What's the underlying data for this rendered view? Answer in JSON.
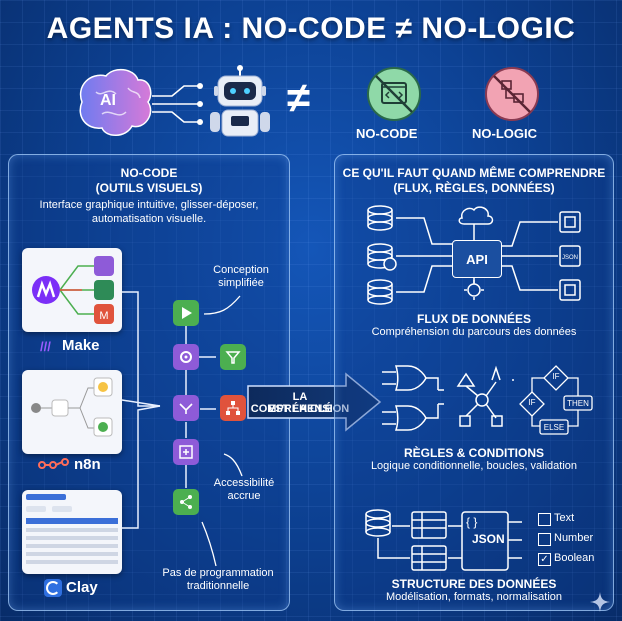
{
  "title": "AGENTS IA : NO-CODE ≠ NO-LOGIC",
  "top": {
    "ai_text": "AI",
    "no_code_label": "NO-CODE",
    "no_logic_label": "NO-LOGIC",
    "neq": "≠"
  },
  "left_panel": {
    "heading_line1": "NO-CODE",
    "heading_line2": "(OUTILS VISUELS)",
    "desc_line1": "Interface graphique intuitive, glisser-déposer,",
    "desc_line2": "automatisation visuelle.",
    "tools": [
      {
        "name": "Make"
      },
      {
        "name": "n8n"
      },
      {
        "name": "Clay"
      }
    ],
    "annotations": {
      "conception_line1": "Conception",
      "conception_line2": "simplifiée",
      "access_line1": "Accessibilité",
      "access_line2": "accrue",
      "pas_line1": "Pas de programmation",
      "pas_line2": "traditionnelle"
    }
  },
  "center_arrow": {
    "line1": "LA COMPRÉHENSION",
    "line2": "EST LA CLÉ"
  },
  "right_panel": {
    "heading_line1": "CE QU'IL FAUT QUAND MÊME COMPRENDRE",
    "heading_line2": "(FLUX, RÈGLES, DONNÉES)",
    "api_label": "API",
    "flux_title": "FLUX DE DONNÉES",
    "flux_desc": "Compréhension du parcours des données",
    "logic": {
      "if1": "IF",
      "if2": "IF",
      "then": "THEN",
      "else": "ELSE"
    },
    "rules_title": "RÈGLES & CONDITIONS",
    "rules_desc": "Logique conditionnelle, boucles, validation",
    "json_label": "JSON",
    "types": [
      "Text",
      "Number",
      "Boolean"
    ],
    "struct_title": "STRUCTURE DES DONNÉES",
    "struct_desc": "Modélisation, formats, normalisation"
  },
  "colors": {
    "background": "#0c3f8f",
    "no_code_circle": "#8fd9a8",
    "no_logic_circle": "#f2a3b3",
    "make_purple": "#7b2ff7",
    "flow_green": "#4caf50",
    "flow_purple": "#8e5bd8",
    "flow_red": "#e0533c"
  }
}
